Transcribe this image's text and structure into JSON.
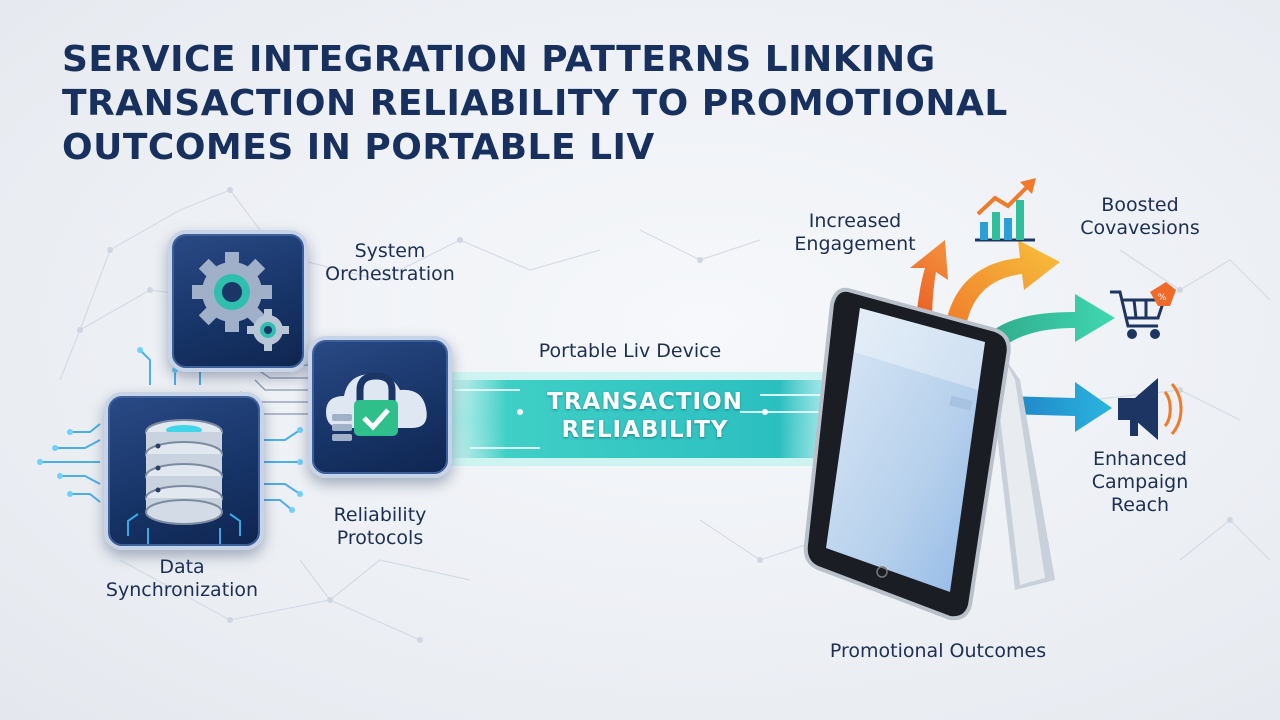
{
  "title": "SERVICE INTEGRATION PATTERNS LINKING\nTRANSACTION RELIABILITY TO PROMOTIONAL\nOUTCOMES IN PORTABLE LIV",
  "nodes": {
    "system_orchestration": "System\nOrchestration",
    "reliability_protocols": "Reliability\nProtocols",
    "data_synchronization": "Data\nSynchronization"
  },
  "channel": {
    "device_label": "Portable Liv Device",
    "banner": "TRANSACTION\nRELIABILITY"
  },
  "outcomes": {
    "increased_engagement": "Increased\nEngagement",
    "boosted_conversions": "Boosted\nCovavesions",
    "enhanced_reach": "Enhanced\nCampaign\nReach",
    "footer": "Promotional Outcomes"
  },
  "icons": {
    "orchestration": "gears-icon",
    "protocols": "cloud-lock-check-icon",
    "sync": "database-icon",
    "engagement": "arrow-up-icon",
    "conversions": "bar-chart-trend-icon",
    "cart": "shopping-cart-icon",
    "reach": "megaphone-icon"
  },
  "colors": {
    "navy": "#17305d",
    "teal": "#2fc7c0",
    "orange": "#f07a2a",
    "cyan": "#21a6d8"
  }
}
